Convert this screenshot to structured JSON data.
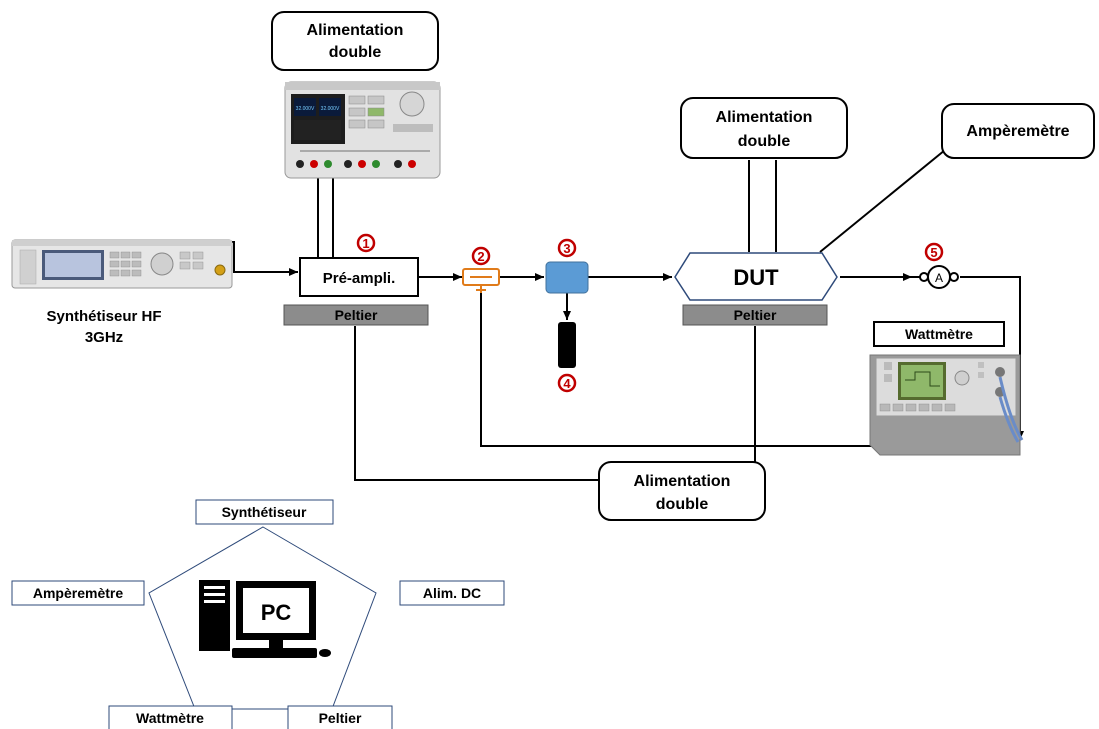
{
  "colors": {
    "line": "#000000",
    "peltier_fill": "#8c8c8c",
    "accent_red": "#c00000",
    "coupler": "#e07b1a",
    "block_blue": "#5b9bd5",
    "pc_border": "#2e4a7a"
  },
  "labels": {
    "alim_top": [
      "Alimentation",
      "double"
    ],
    "alim_right": [
      "Alimentation",
      "double"
    ],
    "alim_bottom": [
      "Alimentation",
      "double"
    ],
    "amperemetre_top": "Ampèremètre",
    "synth": [
      "Synthétiseur HF",
      "3GHz"
    ],
    "preampli": "Pré-ampli.",
    "peltier_left": "Peltier",
    "peltier_right": "Peltier",
    "dut": "DUT",
    "wattmetre_box": "Wattmètre",
    "ammeter_symbol": "A"
  },
  "markers": {
    "m1": "1",
    "m2": "2",
    "m3": "3",
    "m4": "4",
    "m5": "5"
  },
  "pentagon": {
    "center": "PC",
    "top": "Synthétiseur",
    "left": "Ampèremètre",
    "right": "Alim. DC",
    "bottom_left": "Wattmètre",
    "bottom_right": "Peltier"
  },
  "icons": {
    "supply": "dc-power-supply-icon",
    "synth": "rf-synthesizer-icon",
    "wattmeter": "power-meter-icon",
    "pc": "desktop-computer-icon"
  }
}
